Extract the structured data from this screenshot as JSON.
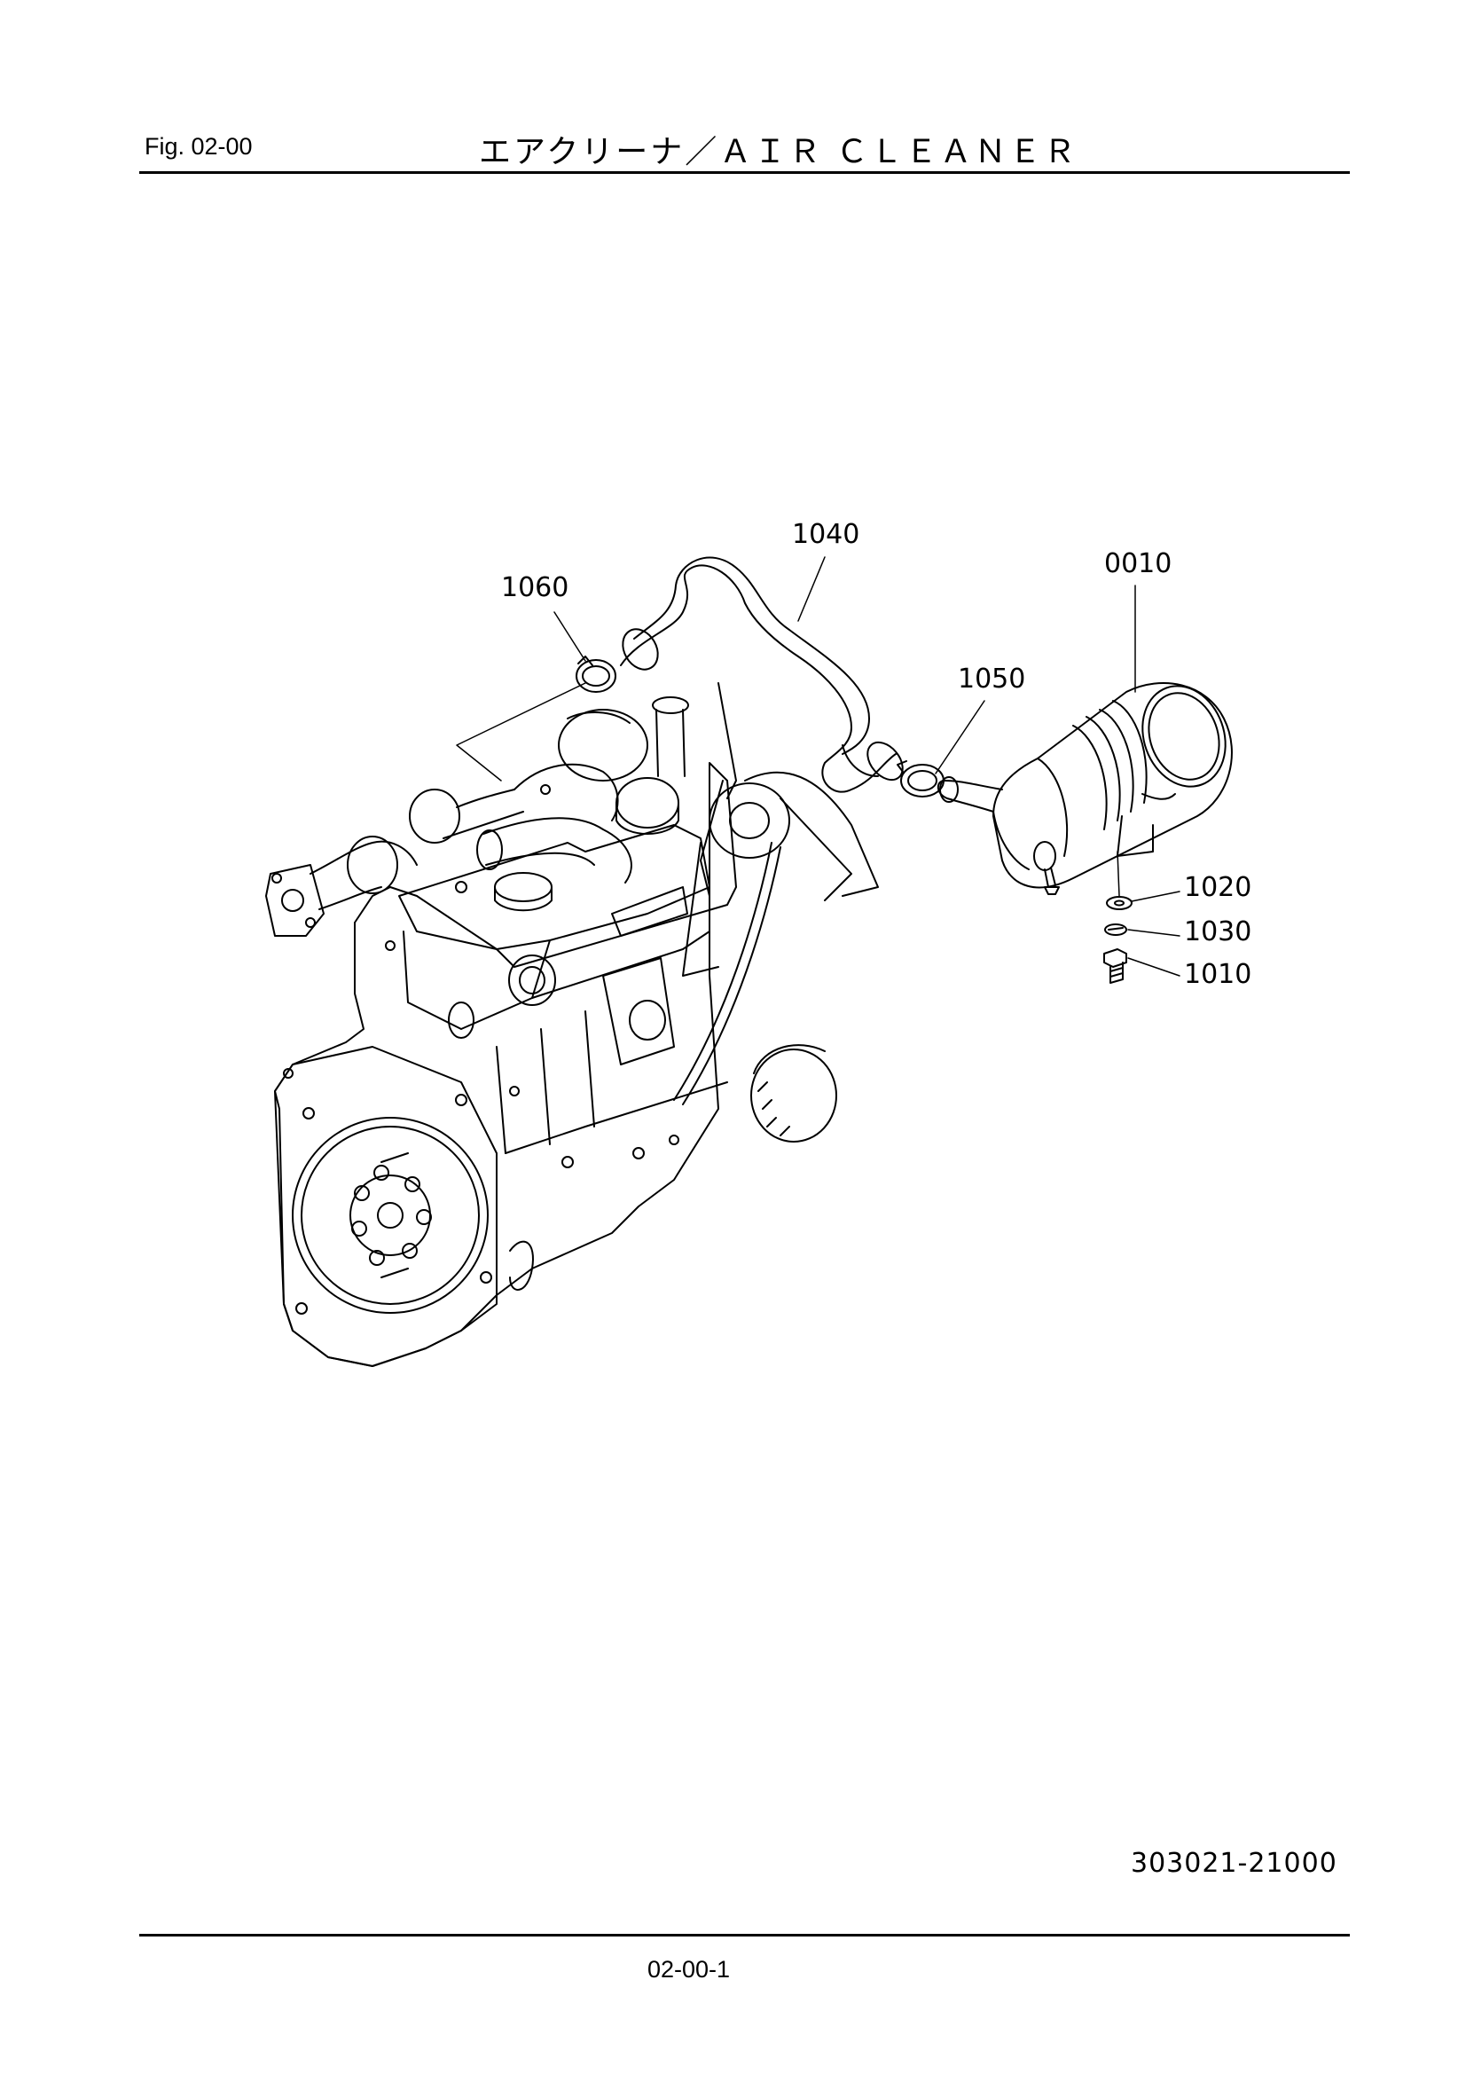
{
  "header": {
    "fig_label": "Fig.  02-00",
    "title": "エアクリーナ／ＡＩＲ ＣＬＥＡＮＥＲ"
  },
  "callouts": [
    {
      "id": "1040",
      "label": "1040"
    },
    {
      "id": "1060",
      "label": "1060"
    },
    {
      "id": "0010",
      "label": "0010"
    },
    {
      "id": "1050",
      "label": "1050"
    },
    {
      "id": "1020",
      "label": "1020"
    },
    {
      "id": "1030",
      "label": "1030"
    },
    {
      "id": "1010",
      "label": "1010"
    }
  ],
  "footer": {
    "doc_number": "303021-21000",
    "page_number": "02-00-1"
  }
}
